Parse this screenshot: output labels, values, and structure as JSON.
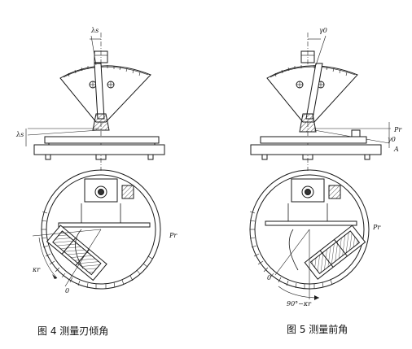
{
  "figure_left": {
    "caption": "图 4  测量刃倾角",
    "labels": {
      "top_angle": "λs",
      "left_angle": "λs",
      "plane": "Pr",
      "kappa": "κr",
      "origin": "0"
    }
  },
  "figure_right": {
    "caption": "图 5  测量前角",
    "labels": {
      "top_angle": "γ0",
      "right_plane": "Pr",
      "right_angle": "γ0",
      "section": "A",
      "plane": "Pr",
      "origin": "0",
      "bottom_angle": "90°−κr"
    }
  },
  "colors": {
    "ink": "#1a1a1a",
    "paper": "#ffffff"
  }
}
